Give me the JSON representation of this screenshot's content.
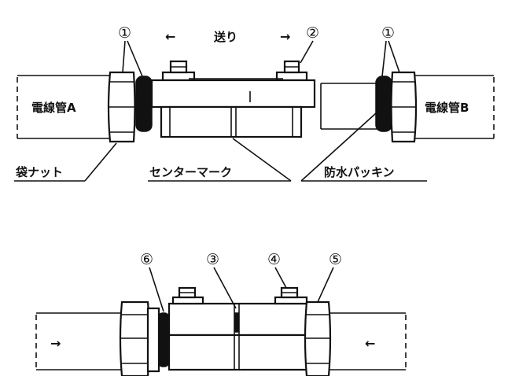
{
  "top_diagram": {
    "feed_label": "送り",
    "arrow_left": "←",
    "arrow_right": "→",
    "conduit_a": "電線管A",
    "conduit_b": "電線管B",
    "bag_nut": "袋ナット",
    "center_mark": "センターマーク",
    "waterproof_packing": "防水パッキン",
    "part_1": "①",
    "part_2": "②"
  },
  "bottom_diagram": {
    "part_3": "③",
    "part_4": "④",
    "part_5": "⑤",
    "part_6": "⑥",
    "arrow_in_left": "→",
    "arrow_in_right": "←"
  }
}
